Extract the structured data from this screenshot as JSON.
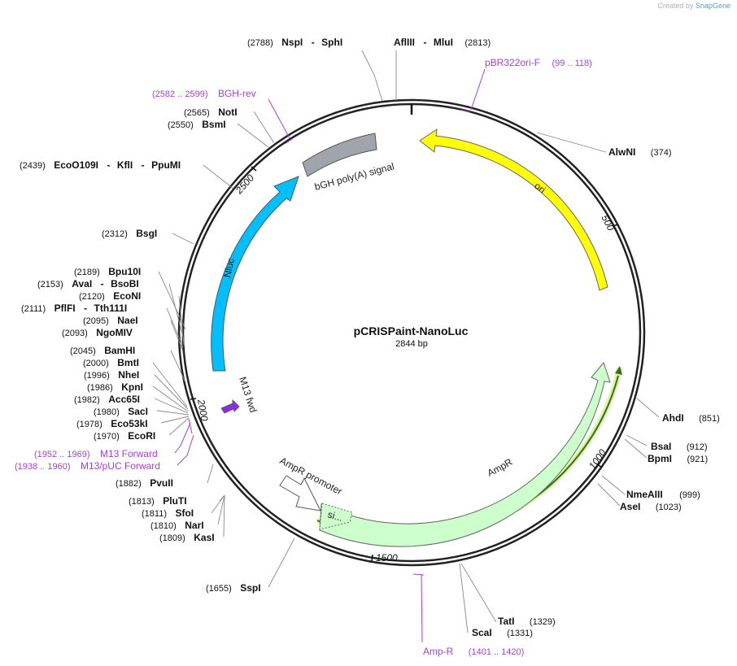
{
  "credit": {
    "prefix": "Created by",
    "brand": "SnapGene"
  },
  "plasmid": {
    "name": "pCRISPaint-NanoLuc",
    "length_label": "2844 bp"
  },
  "ticks": [
    {
      "label": "500"
    },
    {
      "label": "1000"
    },
    {
      "label": "1500"
    },
    {
      "label": "2000"
    },
    {
      "label": "2500"
    }
  ],
  "features": {
    "ori": "ori",
    "ampr": "AmpR",
    "ampr_promoter": "AmpR promoter",
    "signal": "si...",
    "nluc": "Nluc",
    "bgh": "bGH poly(A) signal",
    "m13fwd": "M13 fwd"
  },
  "enzymes": {
    "top_left_pos": "(2788)",
    "top_left_a": "NspI",
    "top_left_b": "SphI",
    "top_right_a": "AflIII",
    "top_right_b": "MluI",
    "top_right_pos": "(2813)",
    "alwni": "AlwNI",
    "alwni_pos": "(374)",
    "ahdi": "AhdI",
    "ahdi_pos": "(851)",
    "bsai": "BsaI",
    "bsai_pos": "(912)",
    "bpmi": "BpmI",
    "bpmi_pos": "(921)",
    "nmeaiii": "NmeAIII",
    "nmeaiii_pos": "(999)",
    "asei": "AseI",
    "asei_pos": "(1023)",
    "tati": "TatI",
    "tati_pos": "(1329)",
    "scai": "ScaI",
    "scai_pos": "(1331)",
    "sspi_pos": "(1655)",
    "sspi": "SspI",
    "kasi_pos": "(1809)",
    "kasi": "KasI",
    "nari_pos": "(1810)",
    "nari": "NarI",
    "sfoi_pos": "(1811)",
    "sfoi": "SfoI",
    "pluti_pos": "(1813)",
    "pluti": "PluTI",
    "pvuii_pos": "(1882)",
    "pvuii": "PvuII",
    "ecori_pos": "(1970)",
    "ecori": "EcoRI",
    "eco53ki_pos": "(1978)",
    "eco53ki": "Eco53kI",
    "saci_pos": "(1980)",
    "saci": "SacI",
    "acc65i_pos": "(1982)",
    "acc65i": "Acc65I",
    "kpni_pos": "(1986)",
    "kpni": "KpnI",
    "nhei_pos": "(1996)",
    "nhei": "NheI",
    "bmti_pos": "(2000)",
    "bmti": "BmtI",
    "bamhi_pos": "(2045)",
    "bamhi": "BamHI",
    "ngomiv_pos": "(2093)",
    "ngomiv": "NgoMIV",
    "naei_pos": "(2095)",
    "naei": "NaeI",
    "pflfi_pos": "(2111)",
    "pflfi": "PflFI",
    "tth111i": "Tth111I",
    "econi_pos": "(2120)",
    "econi": "EcoNI",
    "avai_pos": "(2153)",
    "avai": "AvaI",
    "bsobi": "BsoBI",
    "bpu10i_pos": "(2189)",
    "bpu10i": "Bpu10I",
    "bsgi_pos": "(2312)",
    "bsgi": "BsgI",
    "eco_pos": "(2439)",
    "eco0109i": "EcoO109I",
    "kfli": "KflI",
    "ppumi": "PpuMI",
    "bsmi_pos": "(2550)",
    "bsmi": "BsmI",
    "noti_pos": "(2565)",
    "noti": "NotI"
  },
  "primers": {
    "pbr_name": "pBR322ori-F",
    "pbr_pos": "(99 .. 118)",
    "bgh_pos": "(2582 .. 2599)",
    "bgh_name": "BGH-rev",
    "m13f_pos": "(1952 .. 1969)",
    "m13f_name": "M13 Forward",
    "m13puc_pos": "(1938 .. 1960)",
    "m13puc_name": "M13/pUC Forward",
    "ampr_name": "Amp-R",
    "ampr_pos": "(1401 .. 1420)"
  },
  "colors": {
    "ori": "#ffff00",
    "ampr": "#ccffcc",
    "nluc": "#00bfff",
    "bgh": "#a0a4ab",
    "m13fwd": "#8b2be2",
    "primer": "#a63fd6",
    "orf": "#6b8e23",
    "orf_glow": "#d6f5a0"
  }
}
